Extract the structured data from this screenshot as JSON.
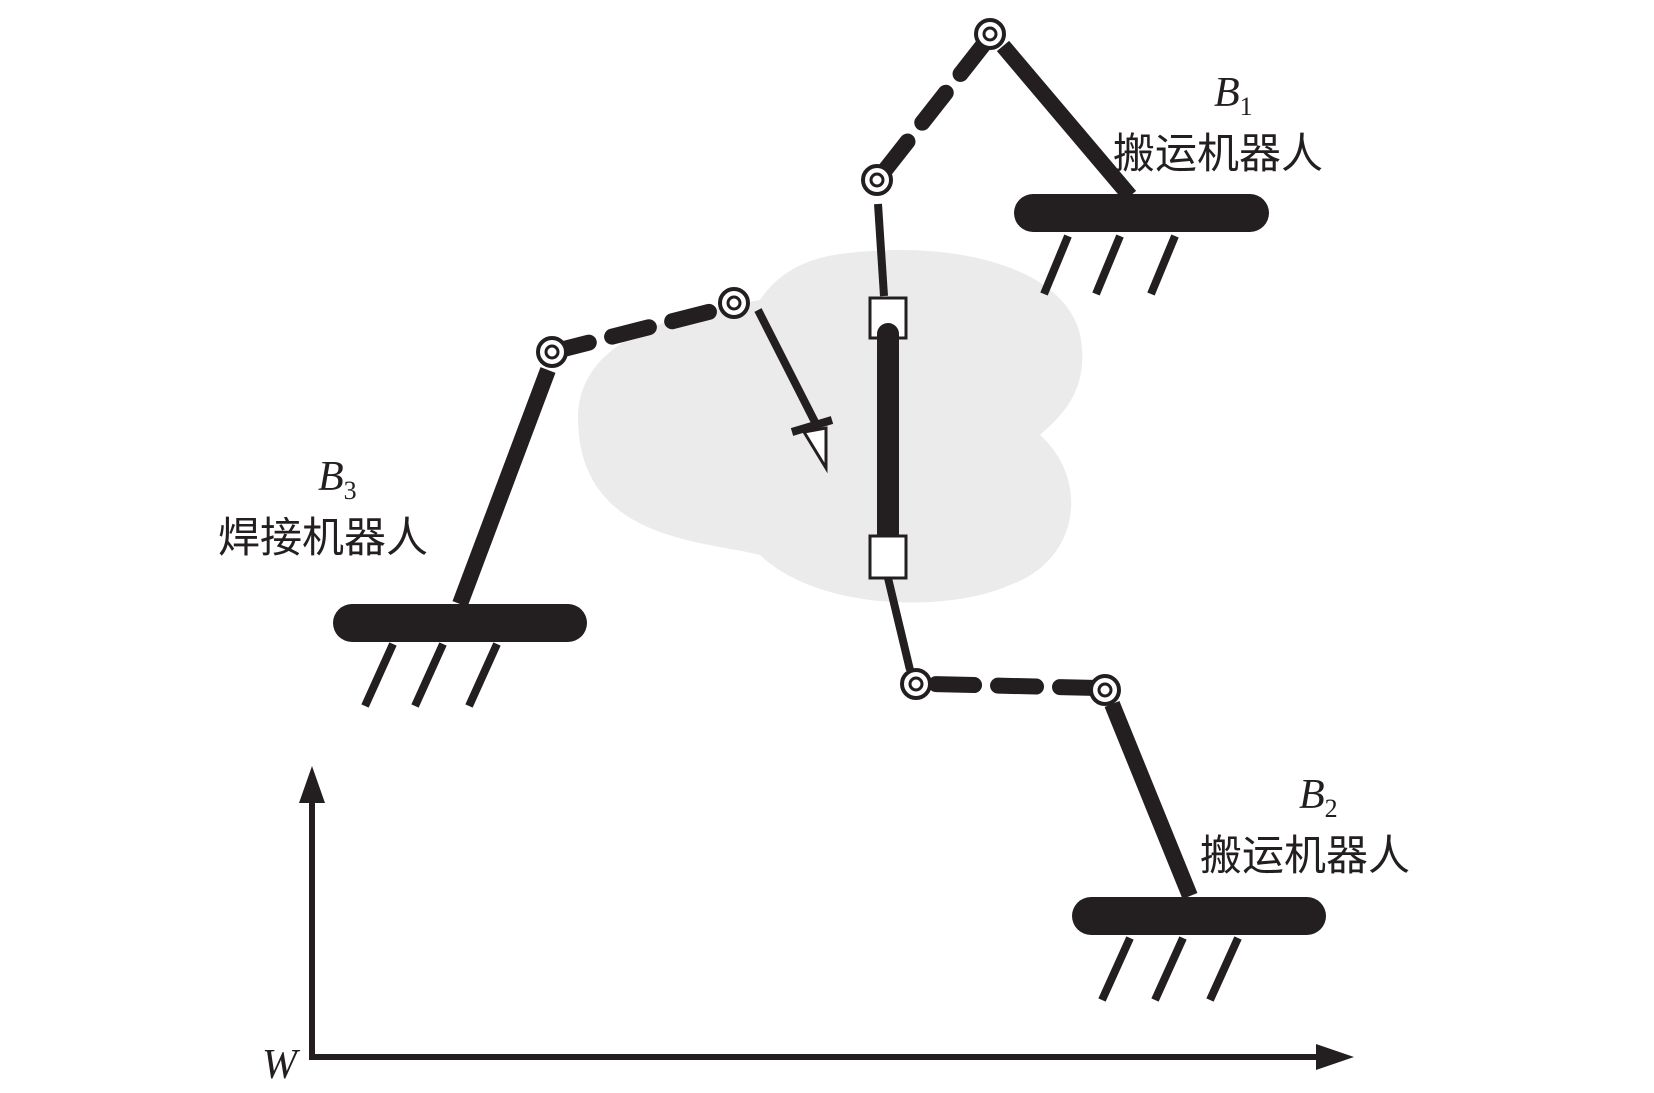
{
  "robots": [
    {
      "id": "B1",
      "symbol": "B",
      "subscript": "1",
      "name": "搬运机器人"
    },
    {
      "id": "B2",
      "symbol": "B",
      "subscript": "2",
      "name": "搬运机器人"
    },
    {
      "id": "B3",
      "symbol": "B",
      "subscript": "3",
      "name": "焊接机器人"
    }
  ],
  "frame": {
    "label": "W"
  },
  "colors": {
    "ink": "#231f20",
    "workspace": "#ebebeb",
    "background": "#ffffff"
  }
}
